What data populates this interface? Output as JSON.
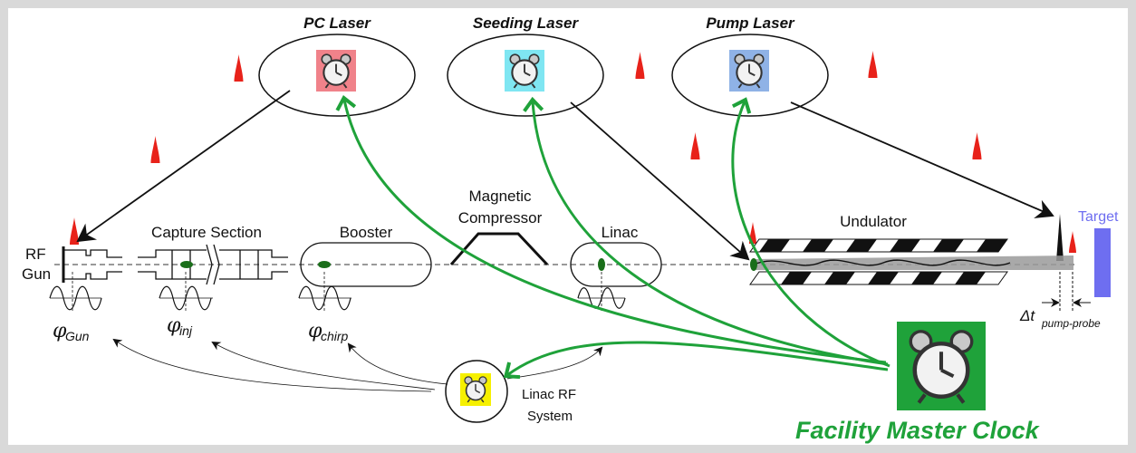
{
  "lasers": {
    "pc": "PC Laser",
    "seeding": "Seeding Laser",
    "pump": "Pump Laser"
  },
  "components": {
    "rf_gun_line1": "RF",
    "rf_gun_line2": "Gun",
    "capture": "Capture Section",
    "booster": "Booster",
    "compressor_line1": "Magnetic",
    "compressor_line2": "Compressor",
    "linac": "Linac",
    "undulator": "Undulator",
    "target": "Target"
  },
  "phases": {
    "symbol": "φ",
    "gun": "Gun",
    "inj": "inj",
    "chirp": "chirp"
  },
  "delay": {
    "symbol": "Δt",
    "sub": "pump-probe"
  },
  "rf_system": {
    "line1": "Linac RF",
    "line2": "System"
  },
  "master_clock": "Facility Master Clock",
  "colors": {
    "pc_clock_bg": "#f0828a",
    "seeding_clock_bg": "#7fe6f2",
    "pump_clock_bg": "#8fb2e6",
    "rf_clock_bg": "#f6f000",
    "master_clock_bg": "#1fa23a",
    "sync_lines": "#1fa23a",
    "laser_pulse": "#e8221a",
    "target": "#6e6ef0",
    "bunch": "#1a6e1a"
  }
}
